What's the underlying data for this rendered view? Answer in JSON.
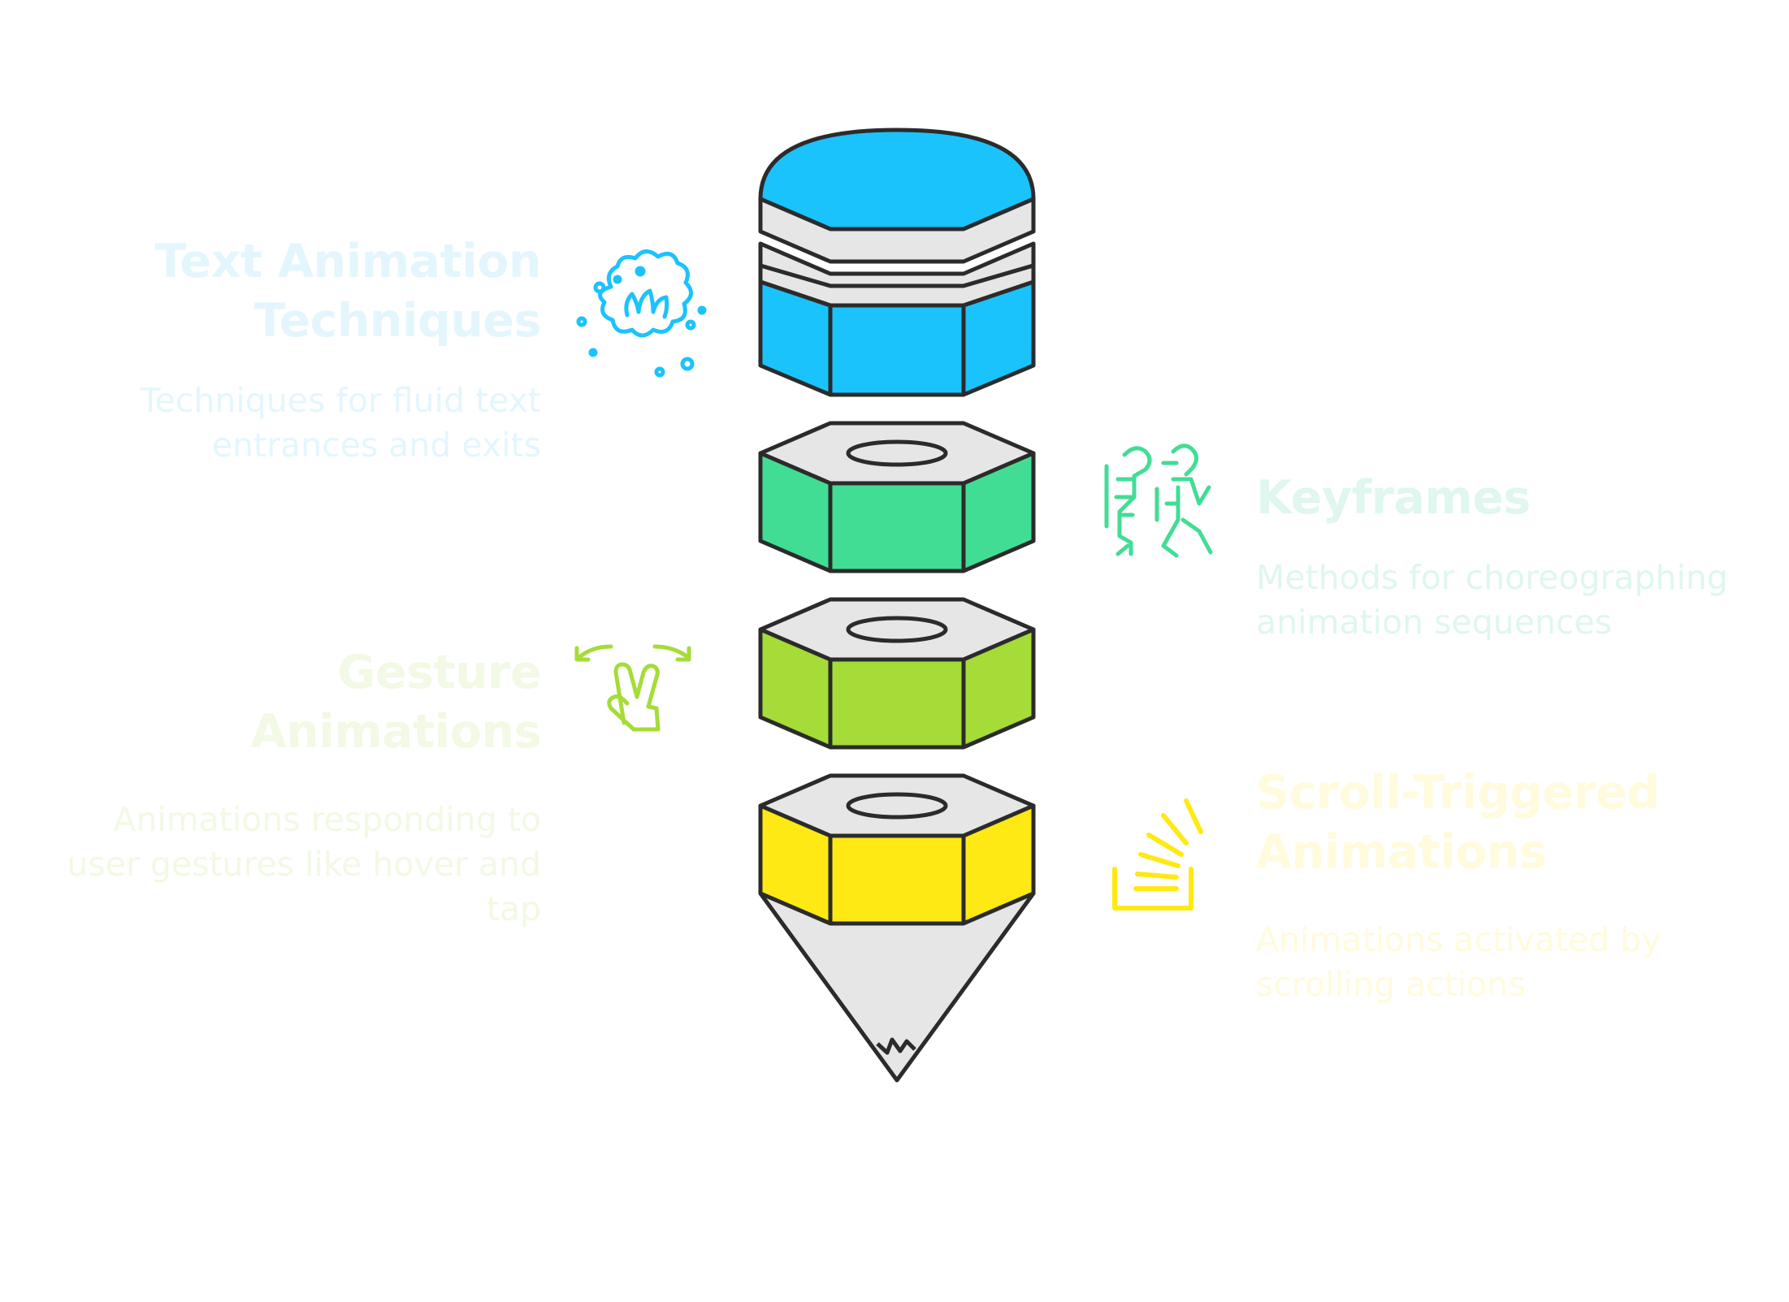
{
  "colors": {
    "outline": "#2b2b2b",
    "blue": "#1bc3fc",
    "green": "#42dd94",
    "lime": "#a5dc37",
    "yellow": "#ffe914",
    "gray": "#e6e6e6"
  },
  "sections": {
    "text_animation": {
      "title_line1": "Text Animation",
      "title_line2": "Techniques",
      "desc_line1": "Techniques for fluid text",
      "desc_line2": "entrances and exits",
      "icon": "meetup-icon"
    },
    "keyframes": {
      "title": "Keyframes",
      "desc_line1": "Methods for choreographing",
      "desc_line2": "animation sequences",
      "icon": "dance-figures-icon"
    },
    "gesture": {
      "title": "Gesture Animations",
      "desc_line1": "Animations responding to",
      "desc_line2": "user gestures like hover and",
      "desc_line3": "tap",
      "icon": "two-finger-gesture-icon"
    },
    "scroll": {
      "title_line1": "Scroll-Triggered",
      "title_line2": "Animations",
      "desc_line1": "Animations activated by",
      "desc_line2": "scrolling actions",
      "icon": "stack-overflow-icon"
    }
  }
}
